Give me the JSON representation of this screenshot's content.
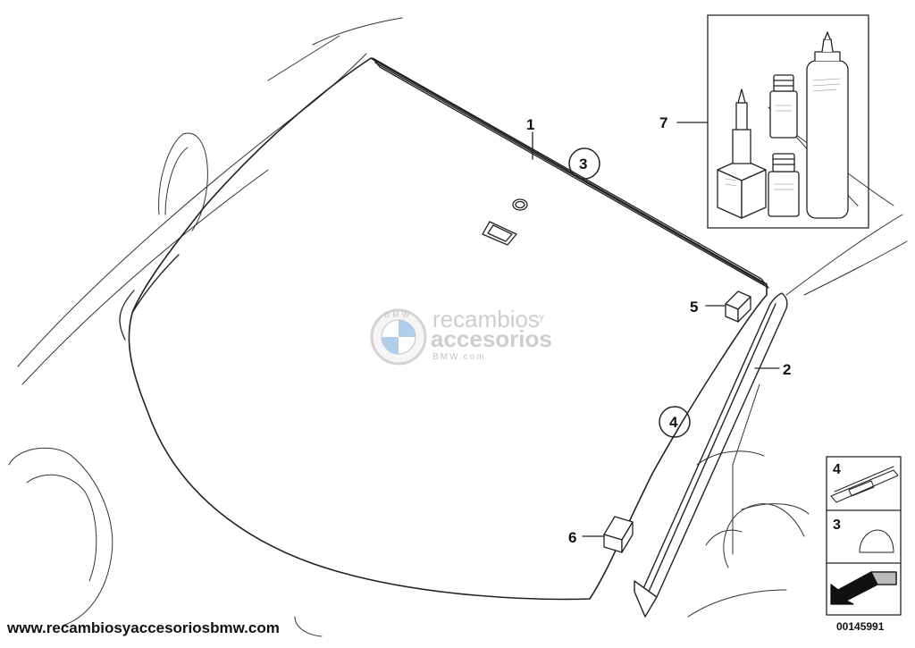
{
  "callouts": {
    "windscreen": "1",
    "a_pillar_trim": "2",
    "upper_seal": "3",
    "side_seal": "4",
    "sensor_pad": "5",
    "mirror_base": "6",
    "adhesive_kit": "7"
  },
  "legend": {
    "item_seal_strip": "4",
    "item_cap": "3"
  },
  "watermark": {
    "line1": "recambios",
    "line1_suffix": "y",
    "line2": "accesorios",
    "line3": "BMW.com",
    "logo_letters": "BMW"
  },
  "footer": {
    "website": "www.recambiosyaccesoriosbmw.com",
    "diagram_number": "00145991"
  }
}
